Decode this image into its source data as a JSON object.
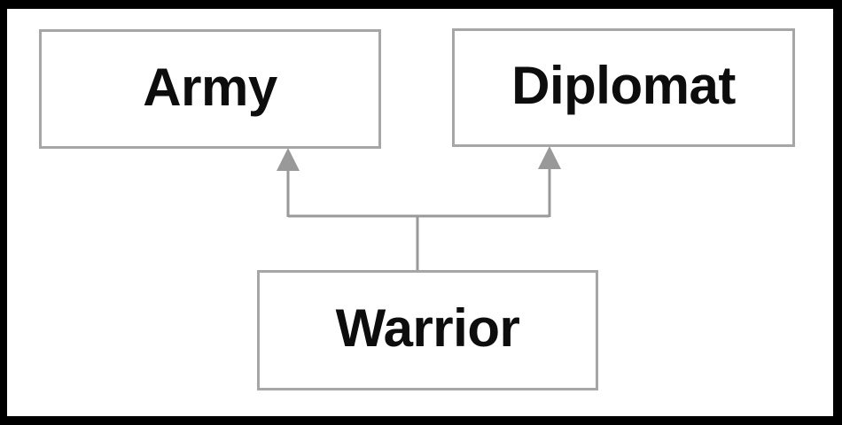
{
  "diagram": {
    "type": "class-inheritance-diagram",
    "nodes": [
      {
        "id": "army",
        "label": "Army"
      },
      {
        "id": "diplomat",
        "label": "Diplomat"
      },
      {
        "id": "warrior",
        "label": "Warrior"
      }
    ],
    "edges": [
      {
        "from": "warrior",
        "to": "army",
        "style": "solid-triangle-arrow"
      },
      {
        "from": "warrior",
        "to": "diplomat",
        "style": "solid-triangle-arrow"
      }
    ],
    "colors": {
      "frame": "#000000",
      "background": "#ffffff",
      "node_border": "#a6a6a6",
      "connector": "#999999",
      "text": "#0d0d0d"
    }
  }
}
